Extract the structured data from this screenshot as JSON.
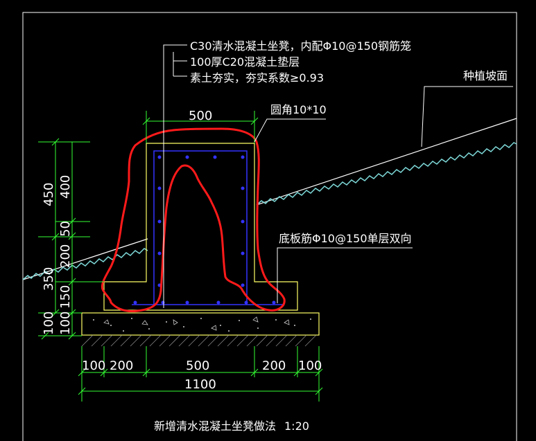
{
  "notes": {
    "concrete_seat": "C30清水混凝土坐凳，内配Φ10@150钢筋笼",
    "cushion": "100厚C20混凝土垫层",
    "soil": "素土夯实，夯实系数≥0.93",
    "slope": "种植坡面",
    "fillet": "圆角10*10",
    "base_rebar": "底板筋Φ10@150单层双向"
  },
  "dims": {
    "top_width": "500",
    "h_total_upper": "450",
    "h_400": "400",
    "h_50": "50",
    "h_total_lower": "350",
    "h_200": "200",
    "h_150": "150",
    "h_100_outer": "100",
    "h_100_inner": "100",
    "bottom": [
      "100",
      "200",
      "500",
      "200",
      "100"
    ],
    "total_width": "1100"
  },
  "caption": {
    "title": "新增清水混凝土坐凳做法",
    "scale": "1:20"
  },
  "colors": {
    "background": "#000000",
    "linework": "#ffffff",
    "concrete": "#ffff66",
    "dimension": "#33ff33",
    "rebar": "#3333ff",
    "markup": "#ff1a1a",
    "slope_hatch": "#7fd9d9"
  }
}
